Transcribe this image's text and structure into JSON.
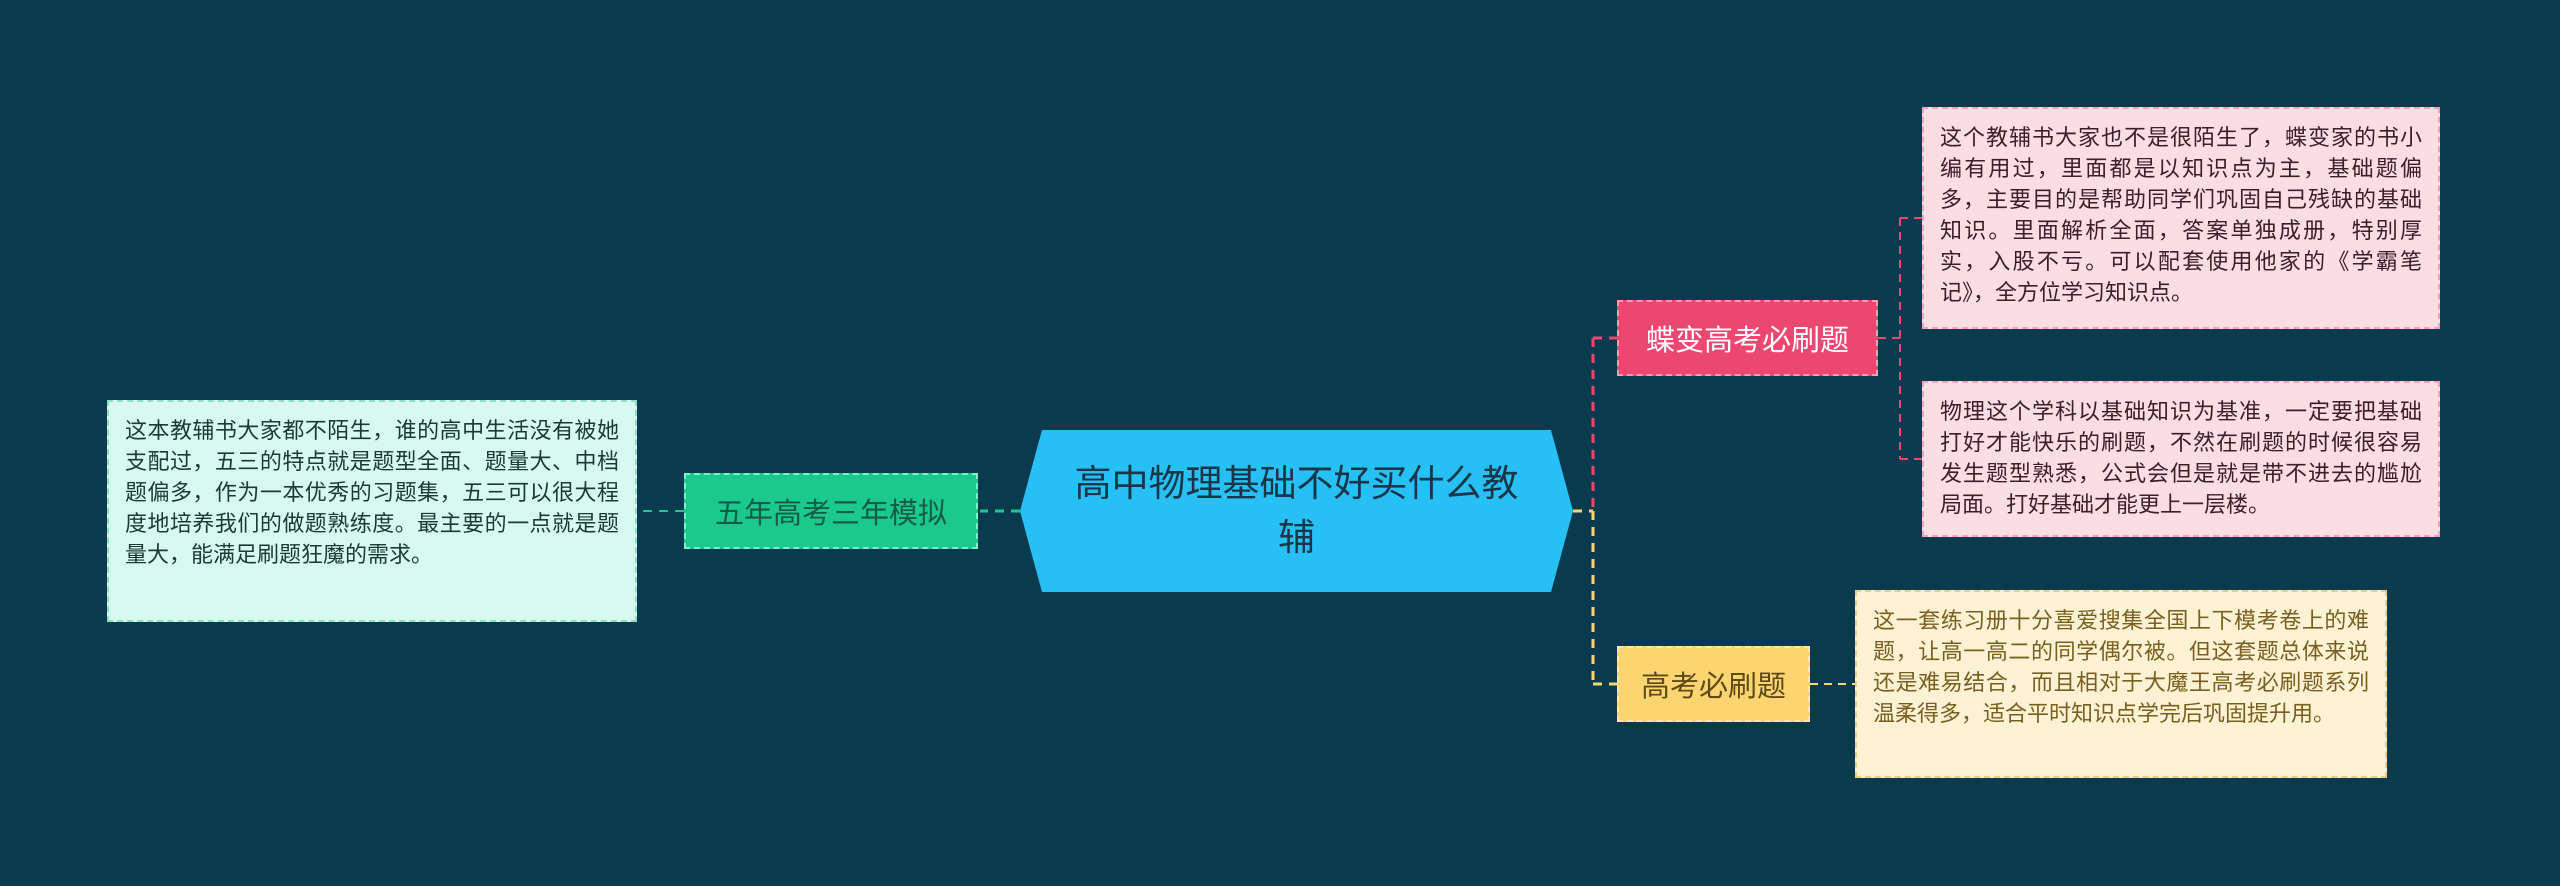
{
  "root": {
    "label": "高中物理基础不好买什么教辅",
    "color": "#27c0f4"
  },
  "branches": {
    "left": {
      "label": "五年高考三年模拟",
      "color": "#1cc98d",
      "details": [
        "这本教辅书大家都不陌生，谁的高中生活没有被她支配过，五三的特点就是题型全面、题量大、中档题偏多，作为一本优秀的习题集，五三可以很大程度地培养我们的做题熟练度。最主要的一点就是题量大，能满足刷题狂魔的需求。"
      ]
    },
    "pink": {
      "label": "蝶变高考必刷题",
      "color": "#ec4770",
      "details": [
        "这个教辅书大家也不是很陌生了，蝶变家的书小编有用过，里面都是以知识点为主，基础题偏多，主要目的是帮助同学们巩固自己残缺的基础知识。里面解析全面，答案单独成册，特别厚实，入股不亏。可以配套使用他家的《学霸笔记》，全方位学习知识点。",
        "物理这个学科以基础知识为基准，一定要把基础打好才能快乐的刷题，不然在刷题的时候很容易发生题型熟悉，公式会但是就是带不进去的尴尬局面。打好基础才能更上一层楼。"
      ]
    },
    "yellow": {
      "label": "高考必刷题",
      "color": "#fcd571",
      "details": [
        "这一套练习册十分喜爱搜集全国上下模考卷上的难题，让高一高二的同学偶尔被。但这套题总体来说还是难易结合，而且相对于大魔王高考必刷题系列温柔得多，适合平时知识点学完后巩固提升用。"
      ]
    }
  }
}
